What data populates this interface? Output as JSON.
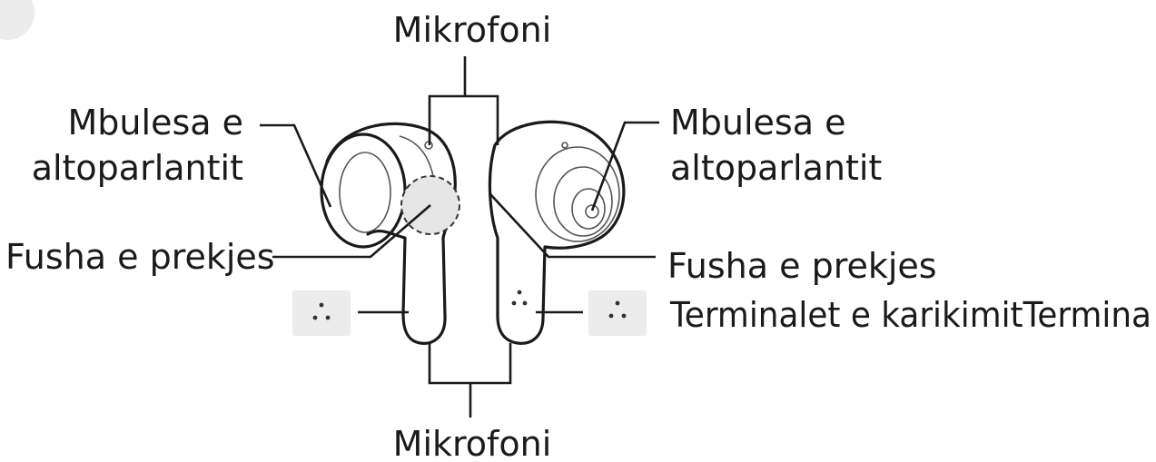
{
  "labels": {
    "mic_top": "Mikrofoni",
    "mic_bottom": "Mikrofoni",
    "cover_left_line1": "Mbulesa e",
    "cover_left_line2": "altoparlantit",
    "cover_right_line1": "Mbulesa e",
    "cover_right_line2": "altoparlantit",
    "touch_left": "Fusha e prekjes",
    "touch_right": "Fusha e prekjes",
    "charging_right": "Terminalet e karikimitTermina"
  },
  "colors": {
    "ink": "#1a1a1a",
    "touch_area_fill": "#e6e6e6",
    "terminal_pad_fill": "#ececec"
  }
}
